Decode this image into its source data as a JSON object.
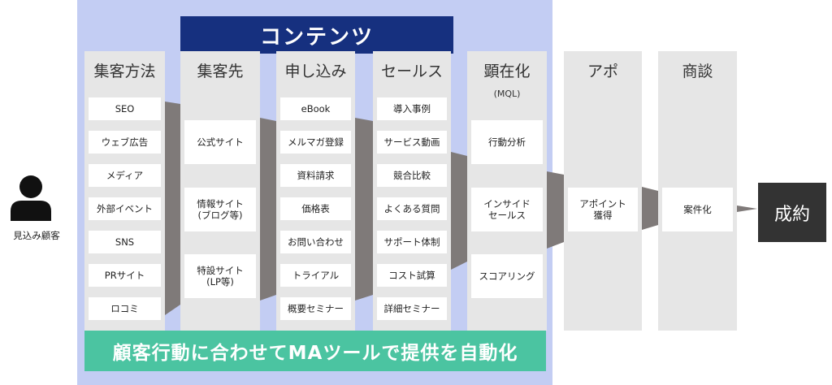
{
  "banner": "コンテンツ",
  "prospect": {
    "label": "見込み顧客"
  },
  "columns": [
    {
      "title": "集客方法",
      "items": [
        "SEO",
        "ウェブ広告",
        "メディア",
        "外部イベント",
        "SNS",
        "PRサイト",
        "ロコミ"
      ]
    },
    {
      "title": "集客先",
      "items": [
        "公式サイト",
        "情報サイト\n(ブログ等)",
        "特設サイト\n(LP等)"
      ]
    },
    {
      "title": "申し込み",
      "items": [
        "eBook",
        "メルマガ登録",
        "資料請求",
        "価格表",
        "お問い合わせ",
        "トライアル",
        "概要セミナー"
      ]
    },
    {
      "title": "セールス",
      "items": [
        "導入事例",
        "サービス動画",
        "競合比較",
        "よくある質問",
        "サポート体制",
        "コスト試算",
        "詳細セミナー"
      ]
    },
    {
      "title": "顕在化",
      "subtitle": "(MQL)",
      "items": [
        "行動分析",
        "インサイド\nセールス",
        "スコアリング"
      ]
    },
    {
      "title": "アポ",
      "items": [
        "アポイント\n獲得"
      ]
    },
    {
      "title": "商談",
      "items": [
        "案件化"
      ]
    }
  ],
  "result": "成約",
  "tagline": "顧客行動に合わせてMAツールで提供を自動化",
  "colors": {
    "bg_blue": "#c3cdf3",
    "banner": "#16307f",
    "column": "#e6e6e6",
    "funnel": "#7f7a79",
    "tagline": "#4bc4a1",
    "result": "#333333"
  }
}
